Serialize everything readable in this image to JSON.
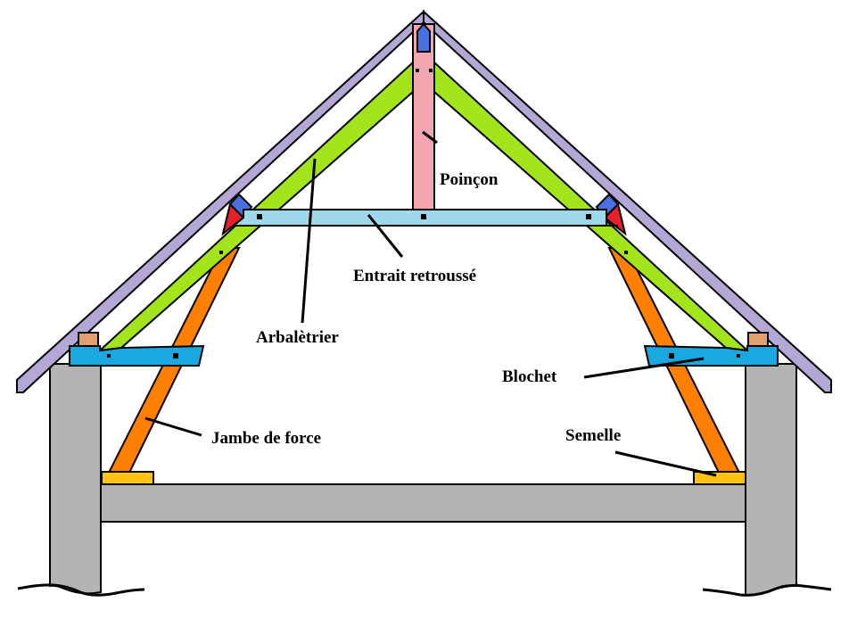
{
  "title": "Charpente à entrait retroussé",
  "colors": {
    "roof_rafter": "#b4a7d6",
    "poincon": "#f4a6b0",
    "poincon_cap": "#4a6fe3",
    "arbaletrier": "#a4e41c",
    "entrait": "#9ed8ea",
    "echantignole_red": "#e8202a",
    "cale_blue": "#4a6fe3",
    "blochet": "#1aa8e0",
    "jambe_de_force": "#ff8000",
    "semelle": "#ffc20e",
    "sabliere": "#e0a070",
    "wall": "#b4b4b4"
  },
  "labels": {
    "poincon": "Poinçon",
    "entrait": "Entrait retroussé",
    "arbaletrier": "Arbalètrier",
    "blochet": "Blochet",
    "jambe": "Jambe de force",
    "semelle": "Semelle"
  }
}
